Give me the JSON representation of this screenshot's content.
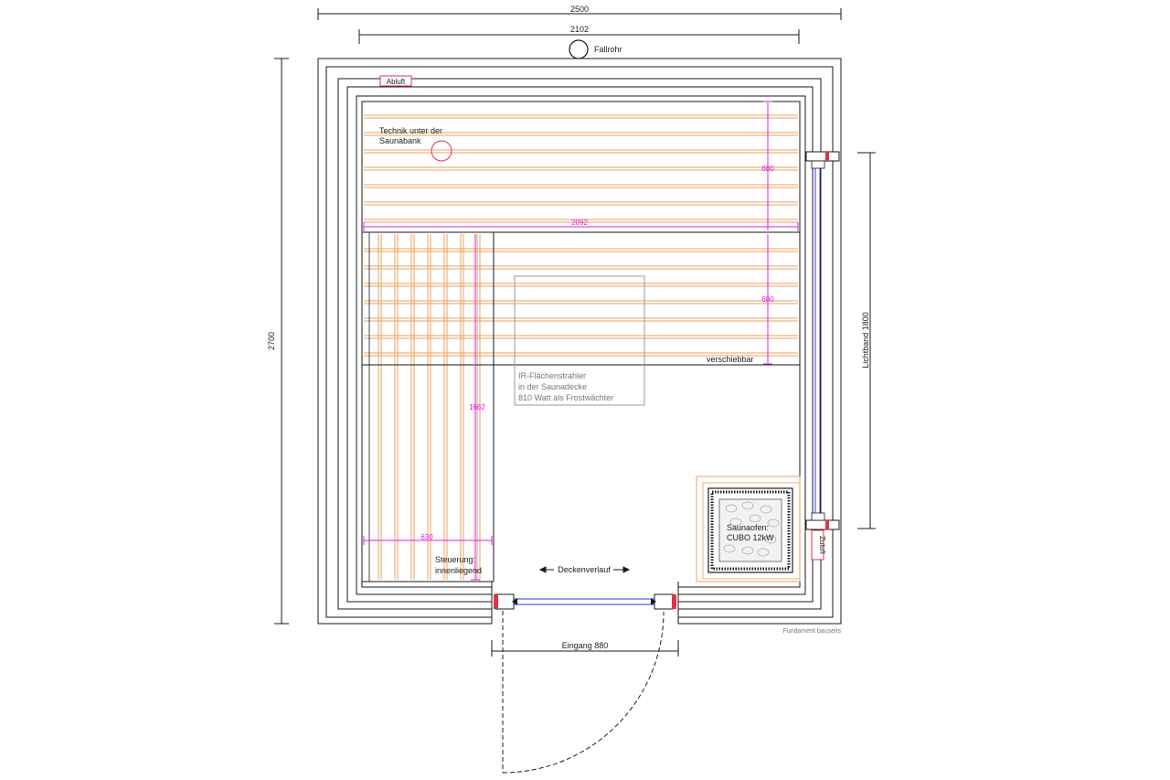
{
  "dimensions": {
    "overall_width": "2500",
    "inner_width": "2102",
    "height": "2700",
    "bench_length": "2092",
    "bench_upper_depth": "600",
    "bench_lower_depth": "600",
    "bench_side_length": "1662",
    "bench_side_width": "630"
  },
  "labels": {
    "fallrohr": "Fallrohr",
    "abluft": "Abluft",
    "zuluft": "Zuluft",
    "technik_line1": "Technik unter der",
    "technik_line2": "Saunabank",
    "verschiebbar": "verschiebbar",
    "ir_line1": "IR-Flächenstrahler",
    "ir_line2": "in der Saunadecke",
    "ir_line3": "810 Watt als Frostwächter",
    "lichtband": "Lichtband 1800",
    "ofen_line1": "Saunaofen:",
    "ofen_line2": "CUBO 12kW",
    "steuerung_line1": "Steuerung:",
    "steuerung_line2": "innenliegend",
    "deckenverlauf": "Deckenverlauf",
    "eingang": "Eingang 880",
    "fundament": "Fundament bauseits"
  },
  "colors": {
    "line": "#1a1a1a",
    "bench_slat": "#e8a060",
    "dimension_magenta": "#e020e0",
    "vent_red": "#e0304a",
    "glass_blue": "#3a3ae0",
    "ir_box": "#999999"
  }
}
